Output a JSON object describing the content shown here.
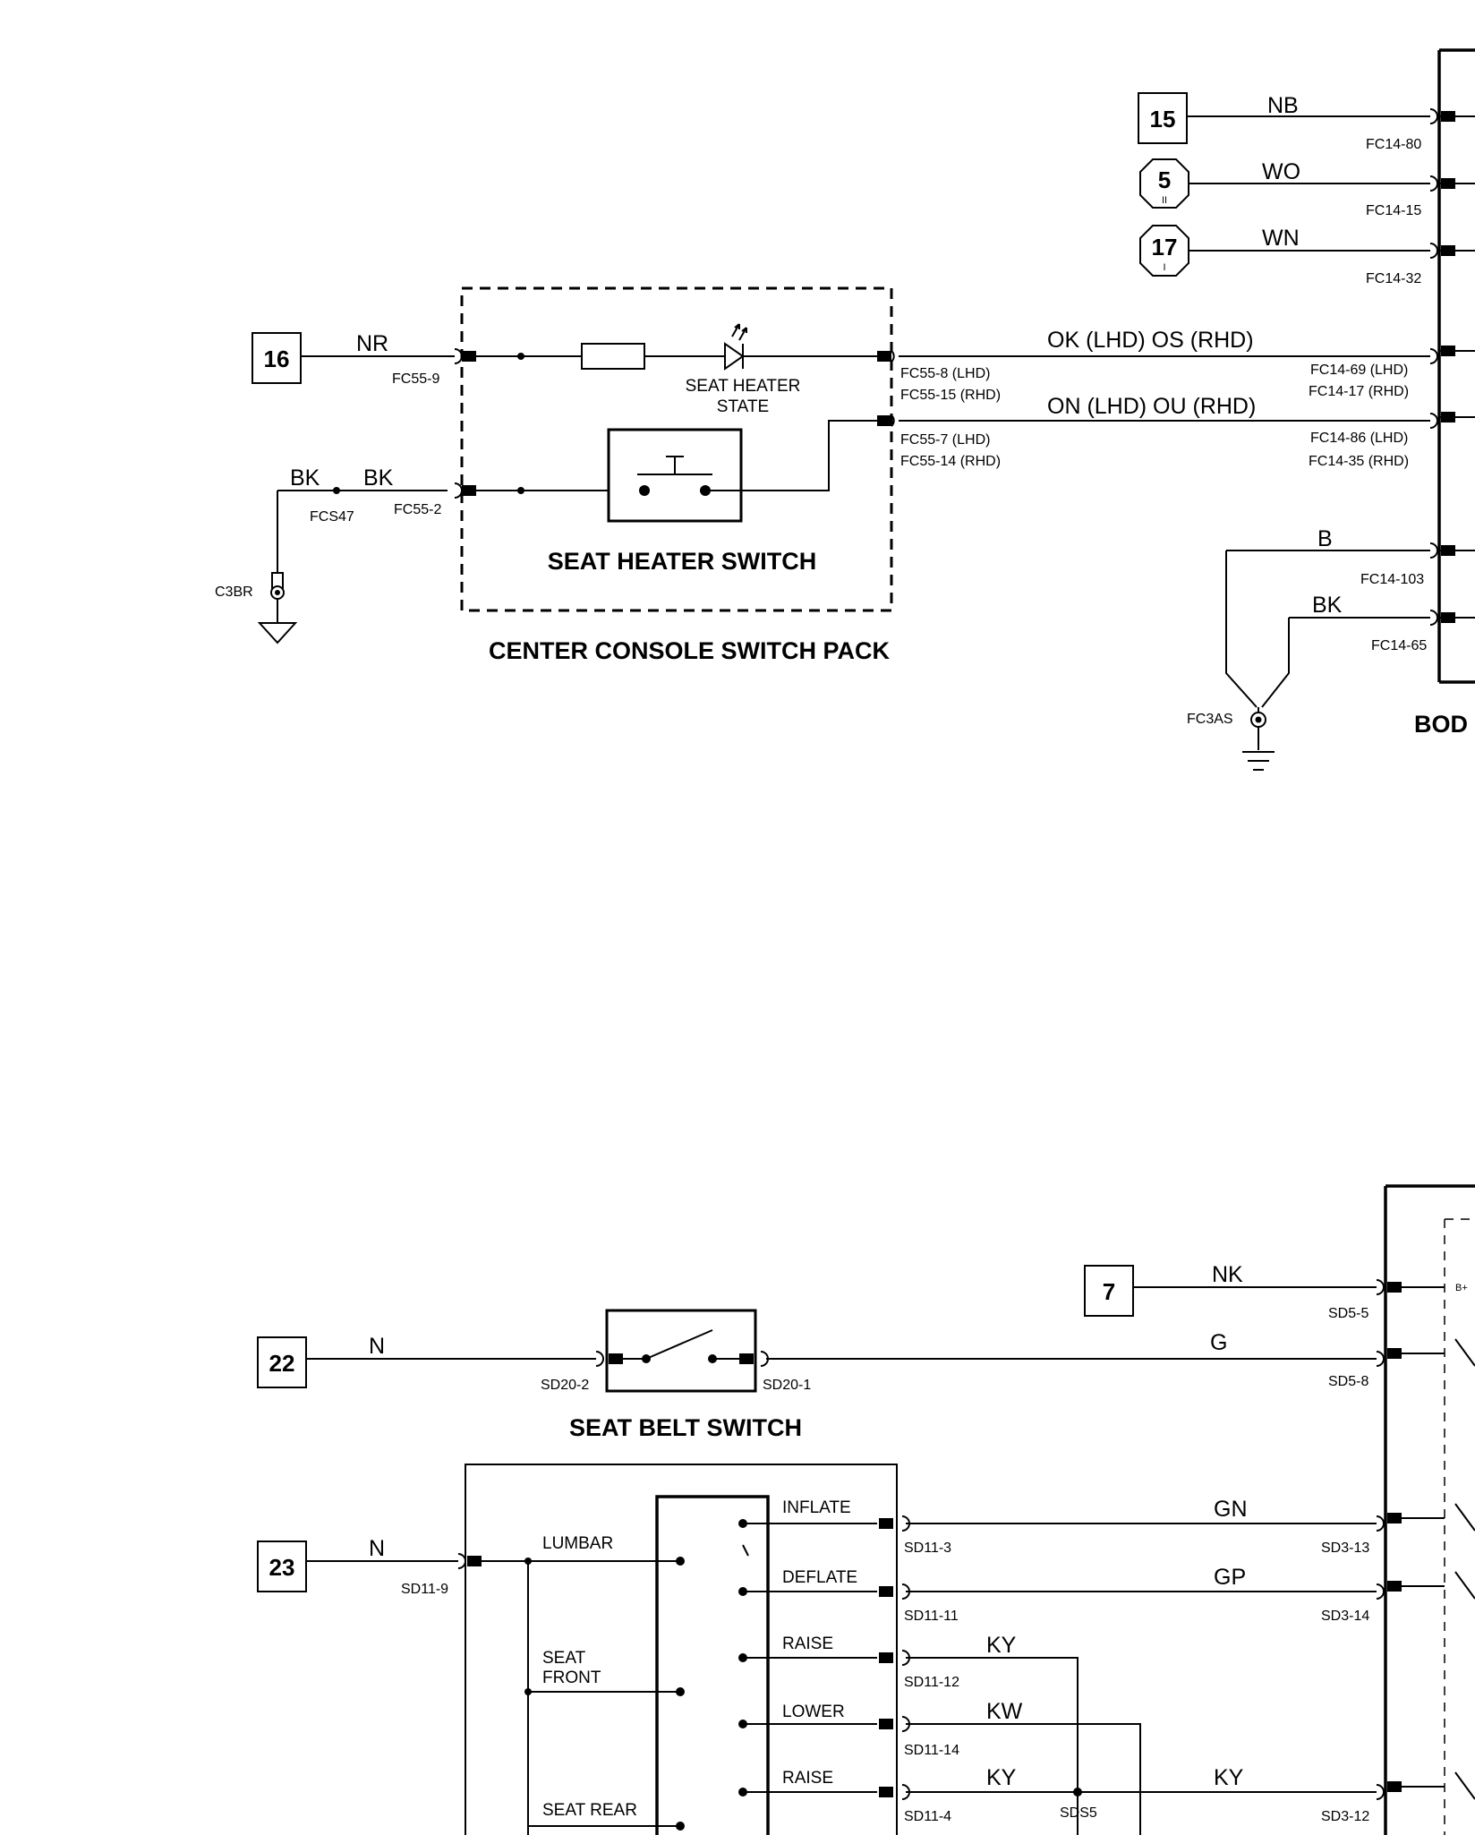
{
  "refs": [
    {
      "id": "r15",
      "label": "15"
    },
    {
      "id": "r5",
      "label": "5",
      "sub": "II"
    },
    {
      "id": "r17",
      "label": "17",
      "sub": "I"
    },
    {
      "id": "r16",
      "label": "16"
    },
    {
      "id": "r7",
      "label": "7"
    },
    {
      "id": "r22",
      "label": "22"
    },
    {
      "id": "r23",
      "label": "23"
    }
  ],
  "wires": {
    "nb": "NB",
    "wo": "WO",
    "wn": "WN",
    "nr": "NR",
    "bk1": "BK",
    "bk2": "BK",
    "ok_os": "OK (LHD)  OS (RHD)",
    "on_ou": "ON (LHD)  OU (RHD)",
    "b": "B",
    "bk3": "BK",
    "nk": "NK",
    "g": "G",
    "n22": "N",
    "n23": "N",
    "gn": "GN",
    "gp": "GP",
    "ky1": "KY",
    "kw1": "KW",
    "ky2": "KY",
    "ky3": "KY"
  },
  "pins": {
    "fc14_80": "FC14-80",
    "fc14_15": "FC14-15",
    "fc14_32": "FC14-32",
    "fc55_9": "FC55-9",
    "fc55_8": "FC55-8 (LHD)",
    "fc55_15": "FC55-15 (RHD)",
    "fc55_7": "FC55-7 (LHD)",
    "fc55_14": "FC55-14 (RHD)",
    "fc14_69": "FC14-69 (LHD)",
    "fc14_17": "FC14-17 (RHD)",
    "fc14_86": "FC14-86 (LHD)",
    "fc14_35": "FC14-35 (RHD)",
    "fcs47": "FCS47",
    "fc55_2": "FC55-2",
    "c3br": "C3BR",
    "fc14_103": "FC14-103",
    "fc14_65": "FC14-65",
    "fc3as": "FC3AS",
    "sd5_5": "SD5-5",
    "sd5_8": "SD5-8",
    "b_plus": "B+",
    "sd20_2": "SD20-2",
    "sd20_1": "SD20-1",
    "sd11_9": "SD11-9",
    "sd11_3": "SD11-3",
    "sd11_11": "SD11-11",
    "sd11_12": "SD11-12",
    "sd11_14": "SD11-14",
    "sd11_4": "SD11-4",
    "sd3_13": "SD3-13",
    "sd3_14": "SD3-14",
    "sd3_12": "SD3-12",
    "sds5": "SDS5"
  },
  "labels": {
    "seat_heater_state_1": "SEAT HEATER",
    "seat_heater_state_2": "STATE",
    "seat_heater_switch": "SEAT HEATER SWITCH",
    "center_console": "CENTER CONSOLE SWITCH PACK",
    "body": "BOD",
    "seat_belt_switch": "SEAT BELT SWITCH",
    "lumbar": "LUMBAR",
    "seat_front_1": "SEAT",
    "seat_front_2": "FRONT",
    "seat_rear": "SEAT REAR",
    "inflate": "INFLATE",
    "deflate": "DEFLATE",
    "raise1": "RAISE",
    "lower": "LOWER",
    "raise2": "RAISE"
  }
}
